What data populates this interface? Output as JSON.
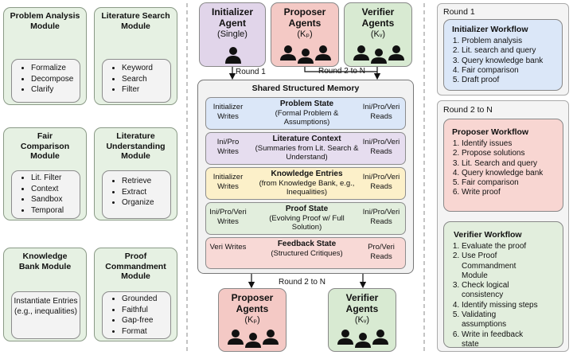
{
  "modules": [
    {
      "title": "Problem Analysis Module",
      "items": [
        "Formalize",
        "Decompose",
        "Clarify"
      ]
    },
    {
      "title": "Literature Search Module",
      "items": [
        "Keyword",
        "Search",
        "Filter"
      ]
    },
    {
      "title": "Fair Comparison Module",
      "items": [
        "Lit. Filter",
        "Context",
        "Sandbox",
        "Temporal"
      ]
    },
    {
      "title": "Literature Understanding Module",
      "items": [
        "Retrieve",
        "Extract",
        "Organize"
      ]
    },
    {
      "title": "Knowledge Bank Module",
      "text": "Instantiate Entries (e.g., inequalities)"
    },
    {
      "title": "Proof Commandment Module",
      "items": [
        "Grounded",
        "Faithful",
        "Gap-free",
        "Format"
      ]
    }
  ],
  "agents": {
    "initializer": {
      "title": "Initializer Agent",
      "sub": "(Single)"
    },
    "proposer": {
      "title": "Proposer Agents",
      "sub": "(Kₚ)"
    },
    "verifier": {
      "title": "Verifier Agents",
      "sub": "(Kᵥ)"
    }
  },
  "flow_labels": {
    "round1": "Round 1",
    "round2": "Round 2 to N",
    "round2_bottom": "Round 2 to N"
  },
  "memory": {
    "title": "Shared Structured Memory",
    "rows": [
      {
        "left": "Initializer Writes",
        "title": "Problem State",
        "desc": "(Formal Problem & Assumptions)",
        "right": "Ini/Pro/Veri Reads",
        "color": "#dbe7f8"
      },
      {
        "left": "Ini/Pro Writes",
        "title": "Literature Context",
        "desc": "(Summaries from Lit. Search & Understand)",
        "right": "Ini/Pro/Veri Reads",
        "color": "#e6ddef"
      },
      {
        "left": "Initializer Writes",
        "title": "Knowledge Entries",
        "desc": "(from Knowledge Bank, e.g., Inequalities)",
        "right": "Ini/Pro/Veri Reads",
        "color": "#fcf0c9"
      },
      {
        "left": "Ini/Pro/Veri Writes",
        "title": "Proof State",
        "desc": "(Evolving Proof w/ Full Solution)",
        "right": "Ini/Pro/Veri Reads",
        "color": "#e2eedd"
      },
      {
        "left": "Veri Writes",
        "title": "Feedback State",
        "desc": "(Structured Critiques)",
        "right": "Pro/Veri Reads",
        "color": "#f8d9d6"
      }
    ]
  },
  "bottom_agents": {
    "proposer": {
      "title": "Proposer Agents",
      "sub": "(Kₚ)"
    },
    "verifier": {
      "title": "Verifier Agents",
      "sub": "(Kᵥ)"
    }
  },
  "round1_panel": {
    "label": "Round 1",
    "workflow": {
      "title": "Initializer Workflow",
      "steps": [
        "Problem analysis",
        "Lit. search and query",
        "Query knowledge bank",
        "Fair comparison",
        "Draft proof"
      ]
    }
  },
  "round2_panel": {
    "label": "Round 2 to N",
    "proposer": {
      "title": "Proposer Workflow",
      "steps": [
        "Identify issues",
        "Propose solutions",
        "Lit. Search and query",
        "Query knowledge bank",
        "Fair comparison",
        "Write proof"
      ]
    },
    "verifier": {
      "title": "Verifier Workflow",
      "steps": [
        "Evaluate the proof",
        "Use Proof Commandment Module",
        "Check logical consistency",
        "Identify missing steps",
        "Validating assumptions",
        "Write in feedback state"
      ]
    }
  },
  "colors": {
    "module": "#e6f1e3",
    "initializer": "#e1d5ea",
    "proposer": "#f4c9c5",
    "verifier": "#d8ead2",
    "workflow_blue": "#dbe7f8",
    "workflow_red": "#f8d6d2",
    "workflow_green": "#e2eedd"
  }
}
